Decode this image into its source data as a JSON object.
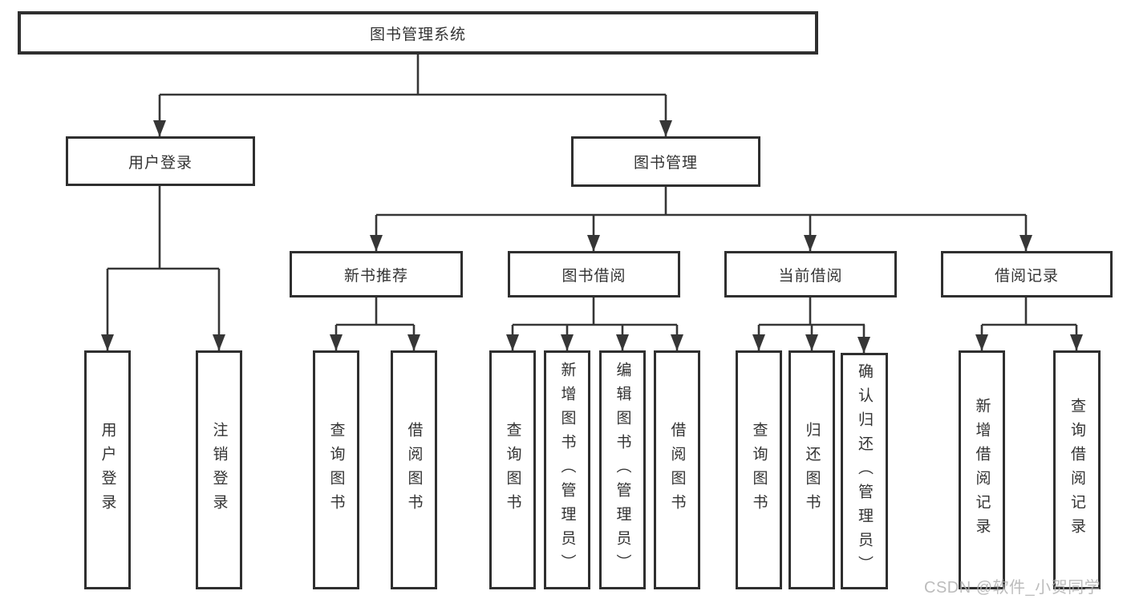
{
  "diagram": {
    "root": {
      "label": "图书管理系统"
    },
    "level2": [
      {
        "label": "用户登录",
        "parent": "图书管理系统"
      },
      {
        "label": "图书管理",
        "parent": "图书管理系统"
      }
    ],
    "level3": [
      {
        "label": "新书推荐",
        "parent": "图书管理"
      },
      {
        "label": "图书借阅",
        "parent": "图书管理"
      },
      {
        "label": "当前借阅",
        "parent": "图书管理"
      },
      {
        "label": "借阅记录",
        "parent": "图书管理"
      }
    ],
    "leaves": [
      {
        "label": "用户登录",
        "parent": "用户登录"
      },
      {
        "label": "注销登录",
        "parent": "用户登录"
      },
      {
        "label": "查询图书",
        "parent": "新书推荐"
      },
      {
        "label": "借阅图书",
        "parent": "新书推荐"
      },
      {
        "label": "查询图书",
        "parent": "图书借阅"
      },
      {
        "label": "新增图书（管理员）",
        "parent": "图书借阅"
      },
      {
        "label": "编辑图书（管理员）",
        "parent": "图书借阅"
      },
      {
        "label": "借阅图书",
        "parent": "图书借阅"
      },
      {
        "label": "查询图书",
        "parent": "当前借阅"
      },
      {
        "label": "归还图书",
        "parent": "当前借阅"
      },
      {
        "label": "确认归还（管理员）",
        "parent": "当前借阅"
      },
      {
        "label": "新增借阅记录",
        "parent": "借阅记录"
      },
      {
        "label": "查询借阅记录",
        "parent": "借阅记录"
      }
    ],
    "watermark": "CSDN @软件_小贺同学",
    "colors": {
      "line": "#363636",
      "border": "#2f2f2f",
      "text": "#333333",
      "watermark": "#b0b0b0",
      "background": "#ffffff"
    }
  }
}
